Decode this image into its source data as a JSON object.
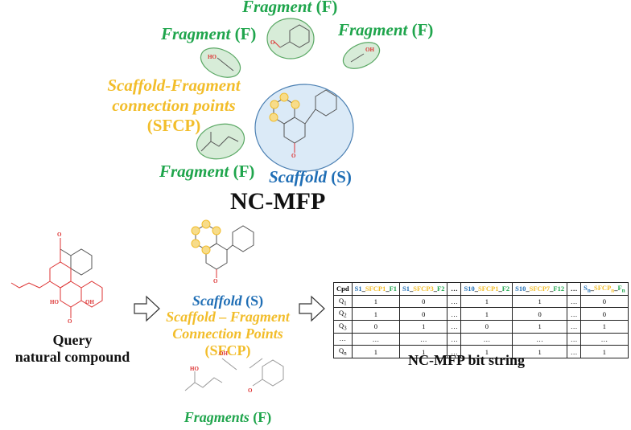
{
  "top": {
    "fragment_word": "Fragment",
    "fragment_abbr": "(F)",
    "sfcp_line1": "Scaffold-Fragment",
    "sfcp_line2": "connection points",
    "sfcp_abbr": "(SFCP)",
    "scaffold_word": "Scaffold",
    "scaffold_abbr": "(S)",
    "title": "NC-MFP",
    "oh": "HO",
    "oh2": "OH",
    "o": "O"
  },
  "bottom": {
    "query_line1": "Query",
    "query_line2": "natural compound",
    "scaffold_word": "Scaffold",
    "scaffold_abbr": "(S)",
    "sfcp_line1": "Scaffold – Fragment",
    "sfcp_line2": "Connection Points",
    "sfcp_abbr": "(SFCP)",
    "fragments_word": "Fragments",
    "fragments_abbr": "(F)",
    "bitstring_label": "NC-MFP bit string",
    "ho": "HO",
    "oh": "OH",
    "o": "O"
  },
  "table": {
    "cpd": "Cpd",
    "col1": {
      "s": "S1",
      "sep1": "_",
      "p": "SFCP1",
      "sep2": "_",
      "f": "F1"
    },
    "col2": {
      "s": "S1",
      "sep1": "_",
      "p": "SFCP3",
      "sep2": "_",
      "f": "F2"
    },
    "col3": {
      "s": "S10",
      "sep1": "_",
      "p": "SFCP1",
      "sep2": "_",
      "f": "F2"
    },
    "col4": {
      "s": "S10",
      "sep1": "_",
      "p": "SFCP7",
      "sep2": "_",
      "f": "F12"
    },
    "col5": {
      "s": "S",
      "ssub": "n",
      "sep1": "_",
      "p": "SFCP",
      "psub": "n",
      "sep2": "_",
      "f": "F",
      "fsub": "n"
    },
    "ellipsis": "…",
    "rows": [
      {
        "cpd": "Q",
        "sub": "1",
        "v": [
          "1",
          "0",
          "…",
          "1",
          "1",
          "…",
          "0"
        ]
      },
      {
        "cpd": "Q",
        "sub": "2",
        "v": [
          "1",
          "0",
          "…",
          "1",
          "0",
          "…",
          "0"
        ]
      },
      {
        "cpd": "Q",
        "sub": "3",
        "v": [
          "0",
          "1",
          "…",
          "0",
          "1",
          "…",
          "1"
        ]
      },
      {
        "cpd": "…",
        "sub": "",
        "v": [
          "…",
          "…",
          "…",
          "…",
          "…",
          "…",
          "…"
        ]
      },
      {
        "cpd": "Q",
        "sub": "n",
        "v": [
          "1",
          "1",
          "…",
          "1",
          "1",
          "…",
          "1"
        ]
      }
    ]
  }
}
